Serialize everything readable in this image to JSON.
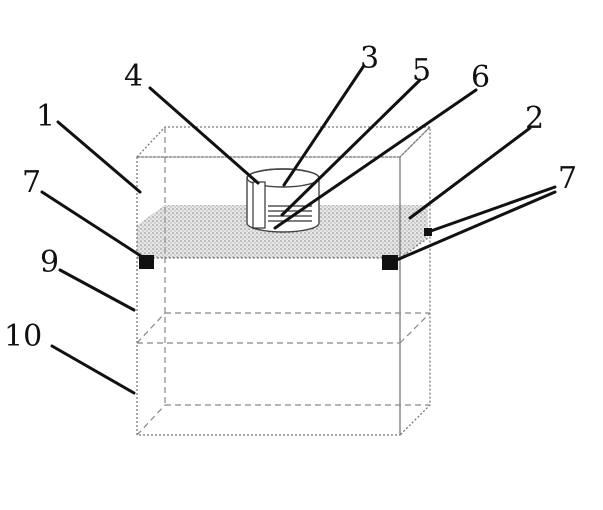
{
  "labels": {
    "l1": "1",
    "l2": "2",
    "l3": "3",
    "l4": "4",
    "l5": "5",
    "l6": "6",
    "l7_left": "7",
    "l7_right": "7",
    "l9": "9",
    "l10": "10"
  },
  "colors": {
    "ink": "#111111",
    "outline": "#777777",
    "fill_layer": "#d9d9d9"
  }
}
